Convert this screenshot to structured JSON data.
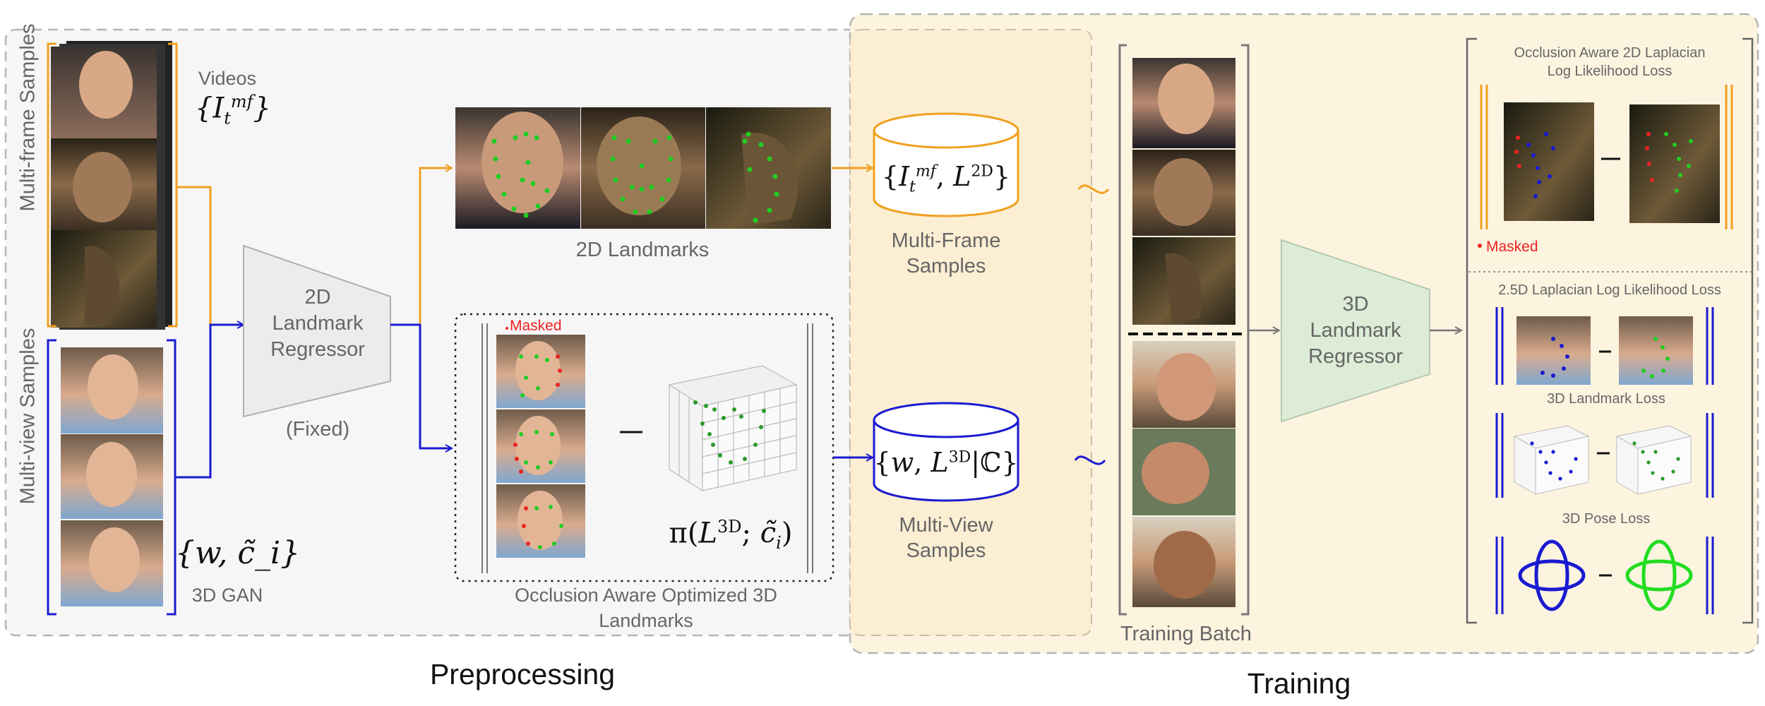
{
  "sections": {
    "preprocessing": "Preprocessing",
    "training": "Training"
  },
  "inputs": {
    "multi_frame_samples": "Multi-frame Samples",
    "multi_view_samples": "Multi-view Samples",
    "videos": "Videos",
    "videos_math": "{I_t^{mf}}",
    "gan_math": "{w, c̃_i}",
    "gan_label": "3D GAN"
  },
  "regressor_2d": {
    "line1": "2D",
    "line2": "Landmark",
    "line3": "Regressor",
    "note": "(Fixed)"
  },
  "landmarks_2d": {
    "caption": "2D Landmarks"
  },
  "occlusion": {
    "masked": "Masked",
    "projection_math": "π(L^{3D}; c̃_i)",
    "caption_line1": "Occlusion Aware Optimized 3D",
    "caption_line2": "Landmarks"
  },
  "databases": {
    "multi_frame_math": "{I_t^{mf}, L^{2D}}",
    "multi_frame_line1": "Multi-Frame",
    "multi_frame_line2": "Samples",
    "multi_view_math": "{w, L^{3D}|ℂ}",
    "multi_view_line1": "Multi-View",
    "multi_view_line2": "Samples"
  },
  "training_batch": {
    "caption": "Training Batch"
  },
  "regressor_3d": {
    "line1": "3D",
    "line2": "Landmark",
    "line3": "Regressor"
  },
  "losses": {
    "occlusion_title_line1": "Occlusion Aware 2D Laplacian",
    "occlusion_title_line2": "Log Likelihood Loss",
    "masked": "Masked",
    "laplacian_25d": "2.5D Laplacian Log Likelihood Loss",
    "landmark_3d": "3D Landmark Loss",
    "pose_3d": "3D Pose Loss"
  },
  "colors": {
    "orange": "#f0a020",
    "blue": "#1a1ad0",
    "green_dot": "#22cc22",
    "red_dot": "#ee2222",
    "training_bg": "#fdf4e0",
    "regressor_3d_fill": "#dcecd6"
  }
}
